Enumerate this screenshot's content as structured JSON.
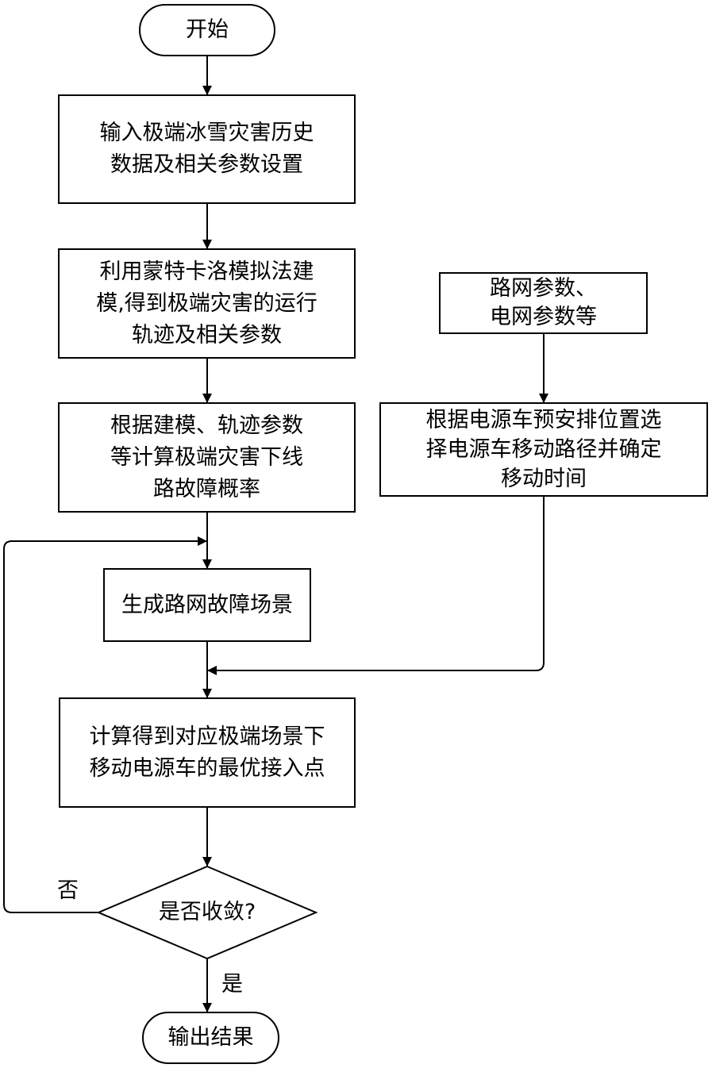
{
  "diagram": {
    "title": "",
    "colors": {
      "stroke": "#000000",
      "fill": "#ffffff",
      "text": "#000000"
    },
    "nodes": {
      "start": {
        "type": "terminator",
        "lines": [
          "开始"
        ]
      },
      "input": {
        "type": "process",
        "lines": [
          "输入极端冰雪灾害历史",
          "数据及相关参数设置"
        ]
      },
      "montecarlo": {
        "type": "process",
        "lines": [
          "利用蒙特卡洛模拟法建",
          "模,得到极端灾害的运行",
          "轨迹及相关参数"
        ]
      },
      "probability": {
        "type": "process",
        "lines": [
          "根据建模、轨迹参数",
          "等计算极端灾害下线",
          "路故障概率"
        ]
      },
      "scenario": {
        "type": "process",
        "lines": [
          "生成路网故障场景"
        ]
      },
      "optimal": {
        "type": "process",
        "lines": [
          "计算得到对应极端场景下",
          "移动电源车的最优接入点"
        ]
      },
      "converge": {
        "type": "decision",
        "lines": [
          "是否收敛?"
        ]
      },
      "end": {
        "type": "terminator",
        "lines": [
          "输出结果"
        ]
      },
      "params": {
        "type": "process",
        "lines": [
          "路网参数、",
          "电网参数等"
        ]
      },
      "route": {
        "type": "process",
        "lines": [
          "根据电源车预安排位置选",
          "择电源车移动路径并确定",
          "移动时间"
        ]
      }
    },
    "edges": [
      {
        "from": "start",
        "to": "input",
        "label": ""
      },
      {
        "from": "input",
        "to": "montecarlo",
        "label": ""
      },
      {
        "from": "montecarlo",
        "to": "probability",
        "label": ""
      },
      {
        "from": "probability",
        "to": "scenario",
        "label": ""
      },
      {
        "from": "scenario",
        "to": "optimal",
        "label": ""
      },
      {
        "from": "params",
        "to": "route",
        "label": ""
      },
      {
        "from": "route",
        "to": "optimal",
        "label": ""
      },
      {
        "from": "optimal",
        "to": "converge",
        "label": ""
      },
      {
        "from": "converge",
        "to": "end",
        "label": "是"
      },
      {
        "from": "converge",
        "to": "scenario",
        "label": "否"
      }
    ],
    "edge_labels": {
      "yes": "是",
      "no": "否"
    }
  }
}
